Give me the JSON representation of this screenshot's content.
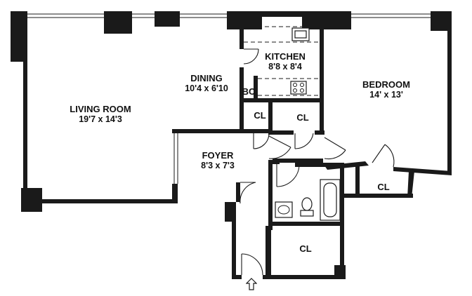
{
  "rooms": {
    "living_room": {
      "name": "LIVING ROOM",
      "dims": "19'7 x 14'3"
    },
    "dining": {
      "name": "DINING",
      "dims": "10'4 x 6'10"
    },
    "kitchen": {
      "name": "KITCHEN",
      "dims": "8'8 x 8'4"
    },
    "bedroom": {
      "name": "BEDROOM",
      "dims": "14' x 13'"
    },
    "foyer": {
      "name": "FOYER",
      "dims": "8'3 x 7'3"
    },
    "bc": {
      "name": "BC"
    },
    "closet_1": {
      "name": "CL"
    },
    "closet_2": {
      "name": "CL"
    },
    "closet_3": {
      "name": "CL"
    },
    "closet_4": {
      "name": "CL"
    }
  },
  "icons": {
    "entry": "up-arrow-icon"
  },
  "colors": {
    "wall": "#1a1a1a",
    "background": "#ffffff"
  }
}
